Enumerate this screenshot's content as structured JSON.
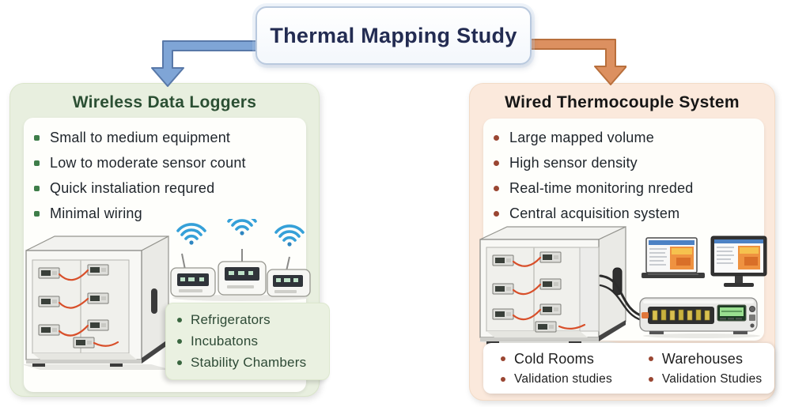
{
  "title": {
    "label": "Thermal Mapping Study"
  },
  "left_panel": {
    "header": "Wireless Data Loggers",
    "bullets": [
      "Small to medium equipment",
      "Low to moderate sensor count",
      "Quick instaliation requred",
      "Minimal wiring"
    ],
    "applications": [
      "Refrigerators",
      "Incubatons",
      "Stability Chambers"
    ]
  },
  "right_panel": {
    "header": "Wired Thermocouple System",
    "bullets": [
      "Large mapped volume",
      "High sensor density",
      "Real-time monitoring nreded",
      "Central acquisition system"
    ],
    "applications": [
      "Cold Rooms",
      "Warehouses",
      "Validation studies",
      "Validation Studies"
    ]
  },
  "icons": {
    "wifi": "wifi-icon",
    "chamber": "sensor-chamber-illustration",
    "logger": "data-logger-icon",
    "laptop": "laptop-icon",
    "monitor": "monitor-icon",
    "daq": "daq-unit-icon"
  },
  "colors": {
    "title_navy": "#232c52",
    "arrow_blue": "#7fa5d6",
    "arrow_orange": "#dc9060",
    "panel_green": "#e8efdf",
    "panel_peach": "#fbe9dc",
    "header_green": "#2b4f33",
    "header_dark": "#161616",
    "bullet_green": "#3e7d49",
    "bullet_brown": "#9a4632",
    "wire_red": "#d84f2a",
    "wifi_blue": "#35a0d8",
    "heatmap_orange": "#ef9240"
  }
}
